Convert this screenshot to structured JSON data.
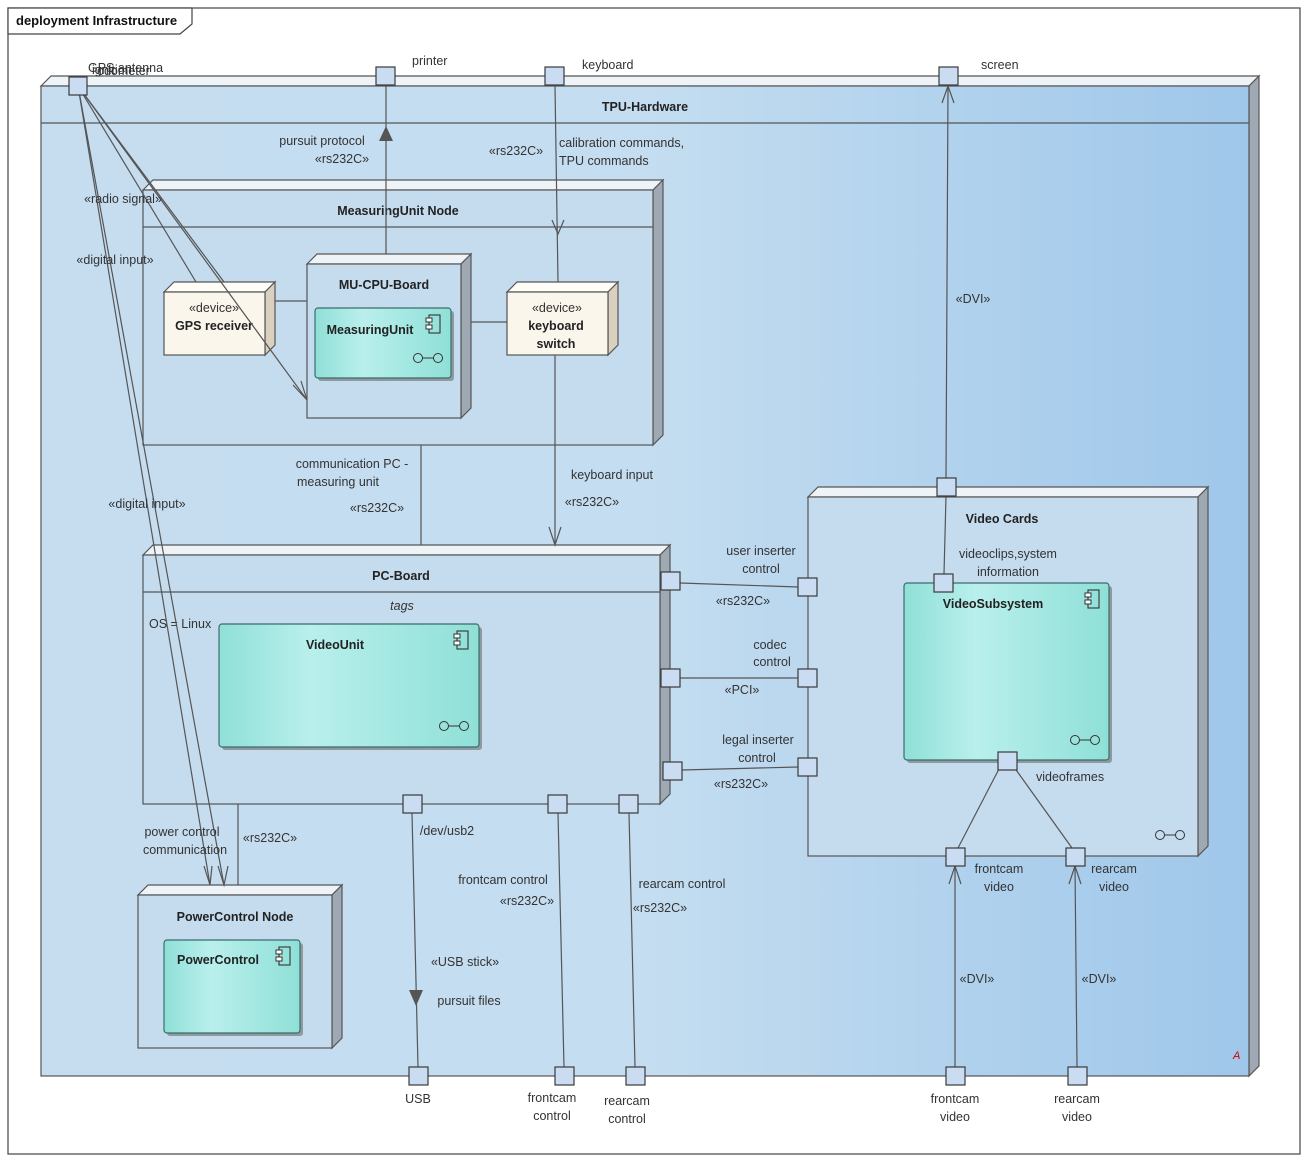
{
  "frame": {
    "title": "deployment Infrastructure"
  },
  "ports_top": {
    "gps": "GPS antenna",
    "gps_overlap_a": "ignition",
    "gps_overlap_b": "odometer",
    "printer": "printer",
    "keyboard": "keyboard",
    "screen": "screen"
  },
  "ports_bottom": {
    "usb": "USB",
    "frontcam_control_1": "frontcam",
    "frontcam_control_2": "control",
    "rearcam_control_1": "rearcam",
    "rearcam_control_2": "control",
    "frontcam_video_1": "frontcam",
    "frontcam_video_2": "video",
    "rearcam_video_1": "rearcam",
    "rearcam_video_2": "video"
  },
  "tpu": {
    "title": "TPU-Hardware",
    "marker": "A"
  },
  "measuring_unit_node": {
    "title": "MeasuringUnit Node"
  },
  "mu_cpu_board": {
    "title": "MU-CPU-Board",
    "component": "MeasuringUnit"
  },
  "gps_receiver": {
    "stereotype": "«device»",
    "name": "GPS receiver"
  },
  "keyboard_switch": {
    "stereotype": "«device»",
    "name_1": "keyboard",
    "name_2": "switch"
  },
  "pc_board": {
    "title": "PC-Board",
    "tags": "tags",
    "os": "OS = Linux",
    "component": "VideoUnit"
  },
  "power_control_node": {
    "title": "PowerControl Node",
    "component": "PowerControl"
  },
  "video_cards": {
    "title": "Video Cards",
    "component": "VideoSubsystem",
    "clips_1": "videoclips,system",
    "clips_2": "information",
    "frames": "videoframes",
    "frontcam_1": "frontcam",
    "frontcam_2": "video",
    "rearcam_1": "rearcam",
    "rearcam_2": "video"
  },
  "labels": {
    "pursuit_protocol": "pursuit protocol",
    "rs232c": "«rs232C»",
    "calibration_1": "calibration commands,",
    "calibration_2": "TPU commands",
    "radio_signal": "«radio signal»",
    "digital_input": "«digital input»",
    "dvi": "«DVI»",
    "pci": "«PCI»",
    "comm_1": "communication PC -",
    "comm_2": "measuring unit",
    "keyboard_input": "keyboard input",
    "user_inserter_1": "user inserter",
    "user_inserter_2": "control",
    "codec_1": "codec",
    "codec_2": "control",
    "legal_inserter_1": "legal inserter",
    "legal_inserter_2": "control",
    "power_control_1": "power control",
    "power_control_2": "communication",
    "dev_usb2": "/dev/usb2",
    "frontcam_control": "frontcam control",
    "rearcam_control": "rearcam control",
    "usb_stick": "«USB stick»",
    "pursuit_files": "pursuit files"
  }
}
